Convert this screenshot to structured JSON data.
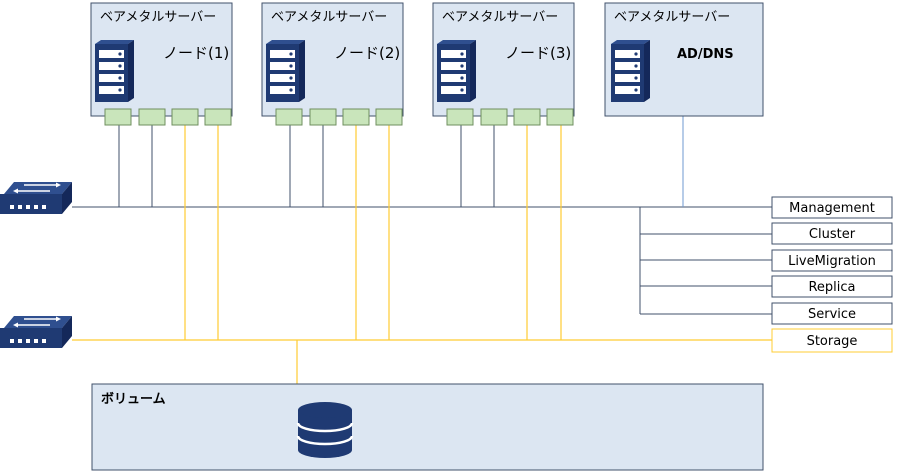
{
  "servers": [
    {
      "title": "ベアメタルサーバー",
      "label": "ノード(1)"
    },
    {
      "title": "ベアメタルサーバー",
      "label": "ノード(2)"
    },
    {
      "title": "ベアメタルサーバー",
      "label": "ノード(3)"
    },
    {
      "title": "ベアメタルサーバー",
      "label": "AD/DNS"
    }
  ],
  "networks": [
    "Management",
    "Cluster",
    "LiveMigration",
    "Replica",
    "Service",
    "Storage"
  ],
  "volume": {
    "title": "ボリューム"
  },
  "colors": {
    "box_fill": "#dce6f2",
    "box_stroke": "#41516b",
    "navy": "#1f3a73",
    "port_fill": "#c9e5bb",
    "port_stroke": "#6f8f5f",
    "mgmt_line": "#41516b",
    "storage_line": "#ffcc33",
    "ad_line": "#6f9ad0"
  }
}
